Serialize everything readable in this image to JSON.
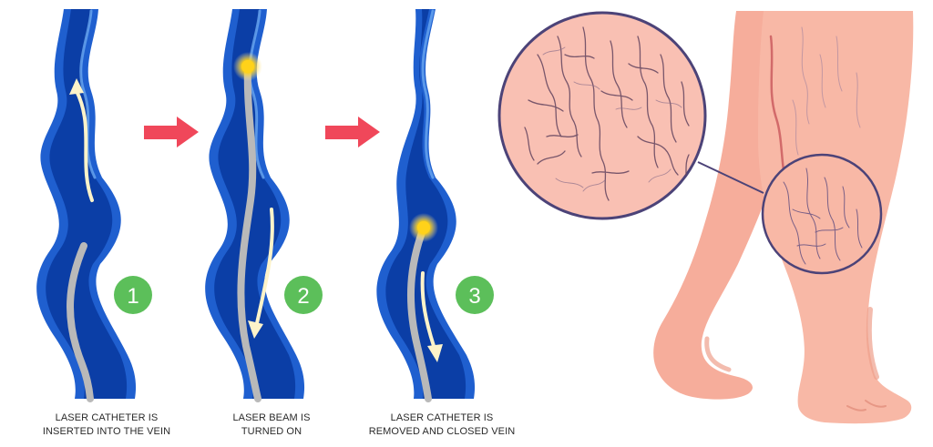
{
  "steps": [
    {
      "number": "1",
      "caption_line1": "LASER CATHETER IS",
      "caption_line2": "INSERTED INTO THE VEIN"
    },
    {
      "number": "2",
      "caption_line1": "LASER BEAM IS",
      "caption_line2": "TURNED ON"
    },
    {
      "number": "3",
      "caption_line1": "LASER CATHETER IS",
      "caption_line2": "REMOVED AND CLOSED VEIN"
    }
  ],
  "colors": {
    "vein_outer": "#1f5fcf",
    "vein_inner": "#0b3ea6",
    "vein_highlight": "#6aa8f0",
    "catheter": "#b9b9b9",
    "beam": "#fdf3c9",
    "laser_glow": "#ffd21a",
    "arrow": "#f0475a",
    "badge": "#5cbf5a",
    "skin": "#f8b8a6",
    "skin_shadow": "#eea08c",
    "varicose": "#6a4a63",
    "magnifier_ring": "#4c4378"
  },
  "icons": [
    "right-arrow-icon",
    "magnifier-icon"
  ]
}
